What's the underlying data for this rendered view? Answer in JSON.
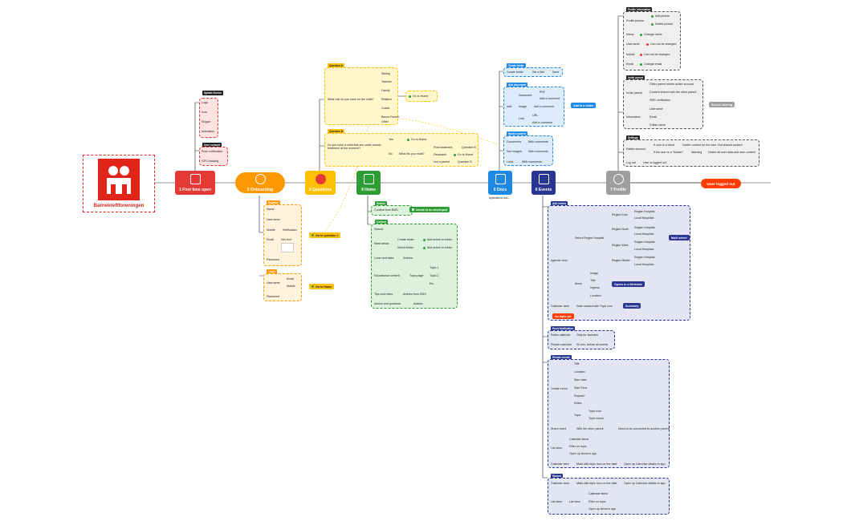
{
  "logo": {
    "name": "Barnekreftforeningen"
  },
  "main_nodes": [
    {
      "id": "first",
      "label": "First time open",
      "num": "1",
      "color": "#e53935"
    },
    {
      "id": "onboarding",
      "label": "Onboarding",
      "num": "2",
      "color": "#ff9800"
    },
    {
      "id": "questions",
      "label": "Questions",
      "num": "3",
      "color": "#ffc107"
    },
    {
      "id": "home",
      "label": "Home",
      "num": "4",
      "color": "#2e9e34"
    },
    {
      "id": "docs",
      "label": "Docs",
      "num": "5",
      "color": "#1e88e5",
      "sub": "Applications and..."
    },
    {
      "id": "events",
      "label": "Events",
      "num": "6",
      "color": "#283593"
    },
    {
      "id": "profile",
      "label": "Profile",
      "num": "7",
      "color": "#9e9e9e"
    }
  ],
  "logout": "User logged out",
  "first_time": {
    "tag1": "Splash Screen",
    "items1": [
      "Logo",
      "Icon",
      "Slogan",
      "Animation"
    ],
    "tag2": "User consent",
    "items2": [
      "Push notification",
      "GPS tracking"
    ]
  },
  "onboarding": {
    "tag1": "Register",
    "items1": [
      "Name",
      "Username",
      "Mobile",
      "Email",
      "Password"
    ],
    "mobile_sub": "Verification",
    "email_sub": "Info text",
    "goto": "Go to question 2",
    "tag2": "Login",
    "login_items": [
      "Username",
      "Password"
    ],
    "login_sub": [
      "Email",
      "Mobile"
    ],
    "goto2": "Go to Home"
  },
  "questions": {
    "tag1": "Question A",
    "q1": "What role do you have for the child?",
    "roles": [
      "Sibling",
      "Teacher",
      "Family",
      "Relative",
      "Coach",
      "Bonus Parent",
      "Other"
    ],
    "goto1": "Go to Home",
    "tag2": "Question B",
    "q2": "Do you have a child that are under cancer treatment at the moment?",
    "yes": "Yes",
    "yes_goto": "Go to Home",
    "no": "No",
    "no_q": "What fits you most?",
    "opts": [
      "Post treatment",
      "Deceased",
      "Not a parent"
    ],
    "opt_res": [
      "Question B",
      "Go to Home",
      "Question B"
    ]
  },
  "home": {
    "tag1": "Search",
    "content": "Content from EMS",
    "needs": "Needs to be developed",
    "tag2": "Content",
    "items": [
      "Search",
      "Mark article",
      "Lover and tales",
      "Educational content",
      "Tips and tricks",
      "Advice and guidance"
    ],
    "mark_sub": [
      "Create folder",
      "Select folder"
    ],
    "mark_res": [
      "Add article to folder",
      "Add article to folder"
    ],
    "lover_res": "Articles",
    "edu_mid": "Topic page",
    "edu_res": [
      "Topic 1",
      "Topic 2",
      "Etc"
    ],
    "tips_res": "Articles from EMS",
    "advice_res": "Articles"
  },
  "docs": {
    "tag1": "Create folder",
    "create": "Create folder",
    "name": "Set a title",
    "save": "Save",
    "tag2": "Add document",
    "add": "Add",
    "types": [
      "Document",
      "Image",
      "Link"
    ],
    "doc_sub": [
      "PDF",
      "Add a comment"
    ],
    "img_sub": "Add a comment",
    "link_sub": [
      "URL",
      "Add a comment"
    ],
    "add_to_folder": "Add to a folder",
    "tag3": "Saved content",
    "saved": [
      "Documents",
      "See images",
      "Links"
    ],
    "saved_res": [
      "With comments",
      "With comments",
      "With comments"
    ]
  },
  "events": {
    "tag1": "Add events",
    "agenda": "Agenda view",
    "reg": "Select Region Hospital",
    "regions": [
      "Region East",
      "Region North",
      "Region West",
      "Region Middle"
    ],
    "region_sub": [
      "Regian Hospital",
      "Local Hospitals"
    ],
    "multi": "Multi select",
    "items": "Items",
    "item_list": [
      "Image",
      "Title",
      "Ingress",
      "Location"
    ],
    "open_web": "Opens in a Webview",
    "cal": "Calendar view",
    "dates": "Date marked with Topic icon",
    "summary": "Summary",
    "no_topic": "No topic yet",
    "tag2": "Push Notification",
    "public": "Public calendar",
    "public_res": "Only for favorites",
    "private": "Private calendar",
    "private_res": "20 min. before all events",
    "tag3": "Private events",
    "create_ev": "Create event",
    "create_items": [
      "Title",
      "Location",
      "Start date",
      "Start Time",
      "Repeat?",
      "Notes",
      "Topic"
    ],
    "topic_items": [
      "Topic icon",
      "Topic colour"
    ],
    "share": "Share event",
    "share_res": "With the other parent",
    "share_res2": "Need to be connected to another parent!",
    "list": "List view",
    "list_items": [
      "Calendar items",
      "Filter on topic",
      "Open up items in app"
    ],
    "calview": "Calendar view",
    "calview_res": "Mark with topic icon on the date",
    "calview_res2": "Open up Calendar details in app",
    "tag4": "Shared",
    "s_cal": "Calendar view",
    "s_cal_res": "Mark with topic icon on the date",
    "s_cal_res2": "Open up Calendar details in app",
    "s_list": "List view",
    "s_list_mid": "List view",
    "s_list_items": [
      "Calendar items",
      "Filter on topic",
      "Open up items in app"
    ]
  },
  "profile": {
    "tag1": "Profile information",
    "pic": "Profile picture",
    "pic_sub": [
      "Add picture",
      "Delete picture"
    ],
    "rows": [
      "Name",
      "Username",
      "Mobile",
      "Email"
    ],
    "row_res": [
      "Change name",
      "Can not be changed",
      "Can not be changed",
      "Change email"
    ],
    "tag2": "Invite parent",
    "invite": "Invite parent",
    "inv_items": [
      "Other parent needs active account",
      "Content shared with the other parent",
      "SMS verification"
    ],
    "secure": "Secure sharing",
    "info": "Informative",
    "info_items": [
      "Username",
      "Email",
      "Childs name"
    ],
    "tag3": "Settings",
    "delete": "Delete account",
    "del1": "If user is a client",
    "del1_res": "Delete content for the user. Not shared content",
    "del2": "If the user is a \"Master\"",
    "del2_mid": "Warning",
    "del2_res": "Delete all user data and user content",
    "logout": "Log out",
    "logout_res": "User is logged out"
  }
}
